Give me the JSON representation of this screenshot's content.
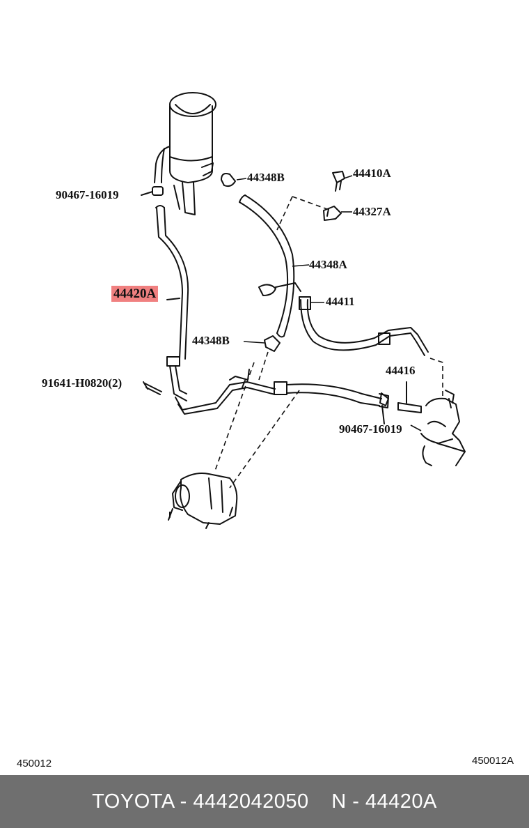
{
  "labels": {
    "p44348b_top": "44348B",
    "p44410a": "44410A",
    "p90467_top": "90467-16019",
    "p44327a": "44327A",
    "p44348a": "44348A",
    "p44420a": "44420A",
    "p44411": "44411",
    "p44348b_mid": "44348B",
    "p44416": "44416",
    "p91641": "91641-H0820(2)",
    "p90467_bottom": "90467-16019"
  },
  "codes": {
    "left": "450012",
    "right": "450012A"
  },
  "footer": {
    "brand_part": "TOYOTA - 4442042050",
    "ref": "N - 44420A"
  },
  "colors": {
    "highlight": "#f08080",
    "footer_bg": "#6f6f6f"
  }
}
